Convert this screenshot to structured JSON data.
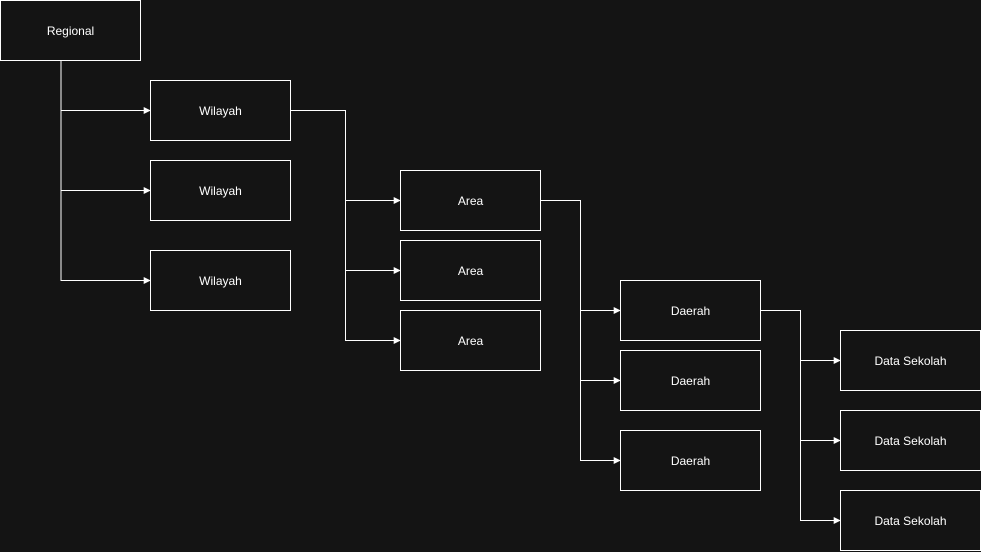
{
  "diagram": {
    "nodes": {
      "regional": {
        "label": "Regional"
      },
      "wilayah_1": {
        "label": "Wilayah"
      },
      "wilayah_2": {
        "label": "Wilayah"
      },
      "wilayah_3": {
        "label": "Wilayah"
      },
      "area_1": {
        "label": "Area"
      },
      "area_2": {
        "label": "Area"
      },
      "area_3": {
        "label": "Area"
      },
      "daerah_1": {
        "label": "Daerah"
      },
      "daerah_2": {
        "label": "Daerah"
      },
      "daerah_3": {
        "label": "Daerah"
      },
      "sekolah_1": {
        "label": "Data Sekolah"
      },
      "sekolah_2": {
        "label": "Data Sekolah"
      },
      "sekolah_3": {
        "label": "Data Sekolah"
      }
    },
    "edges": [
      [
        "regional",
        "wilayah_1"
      ],
      [
        "regional",
        "wilayah_2"
      ],
      [
        "regional",
        "wilayah_3"
      ],
      [
        "wilayah_1",
        "area_1"
      ],
      [
        "wilayah_1",
        "area_2"
      ],
      [
        "wilayah_1",
        "area_3"
      ],
      [
        "area_1",
        "daerah_1"
      ],
      [
        "area_1",
        "daerah_2"
      ],
      [
        "area_1",
        "daerah_3"
      ],
      [
        "daerah_1",
        "sekolah_1"
      ],
      [
        "daerah_1",
        "sekolah_2"
      ],
      [
        "daerah_1",
        "sekolah_3"
      ]
    ]
  }
}
